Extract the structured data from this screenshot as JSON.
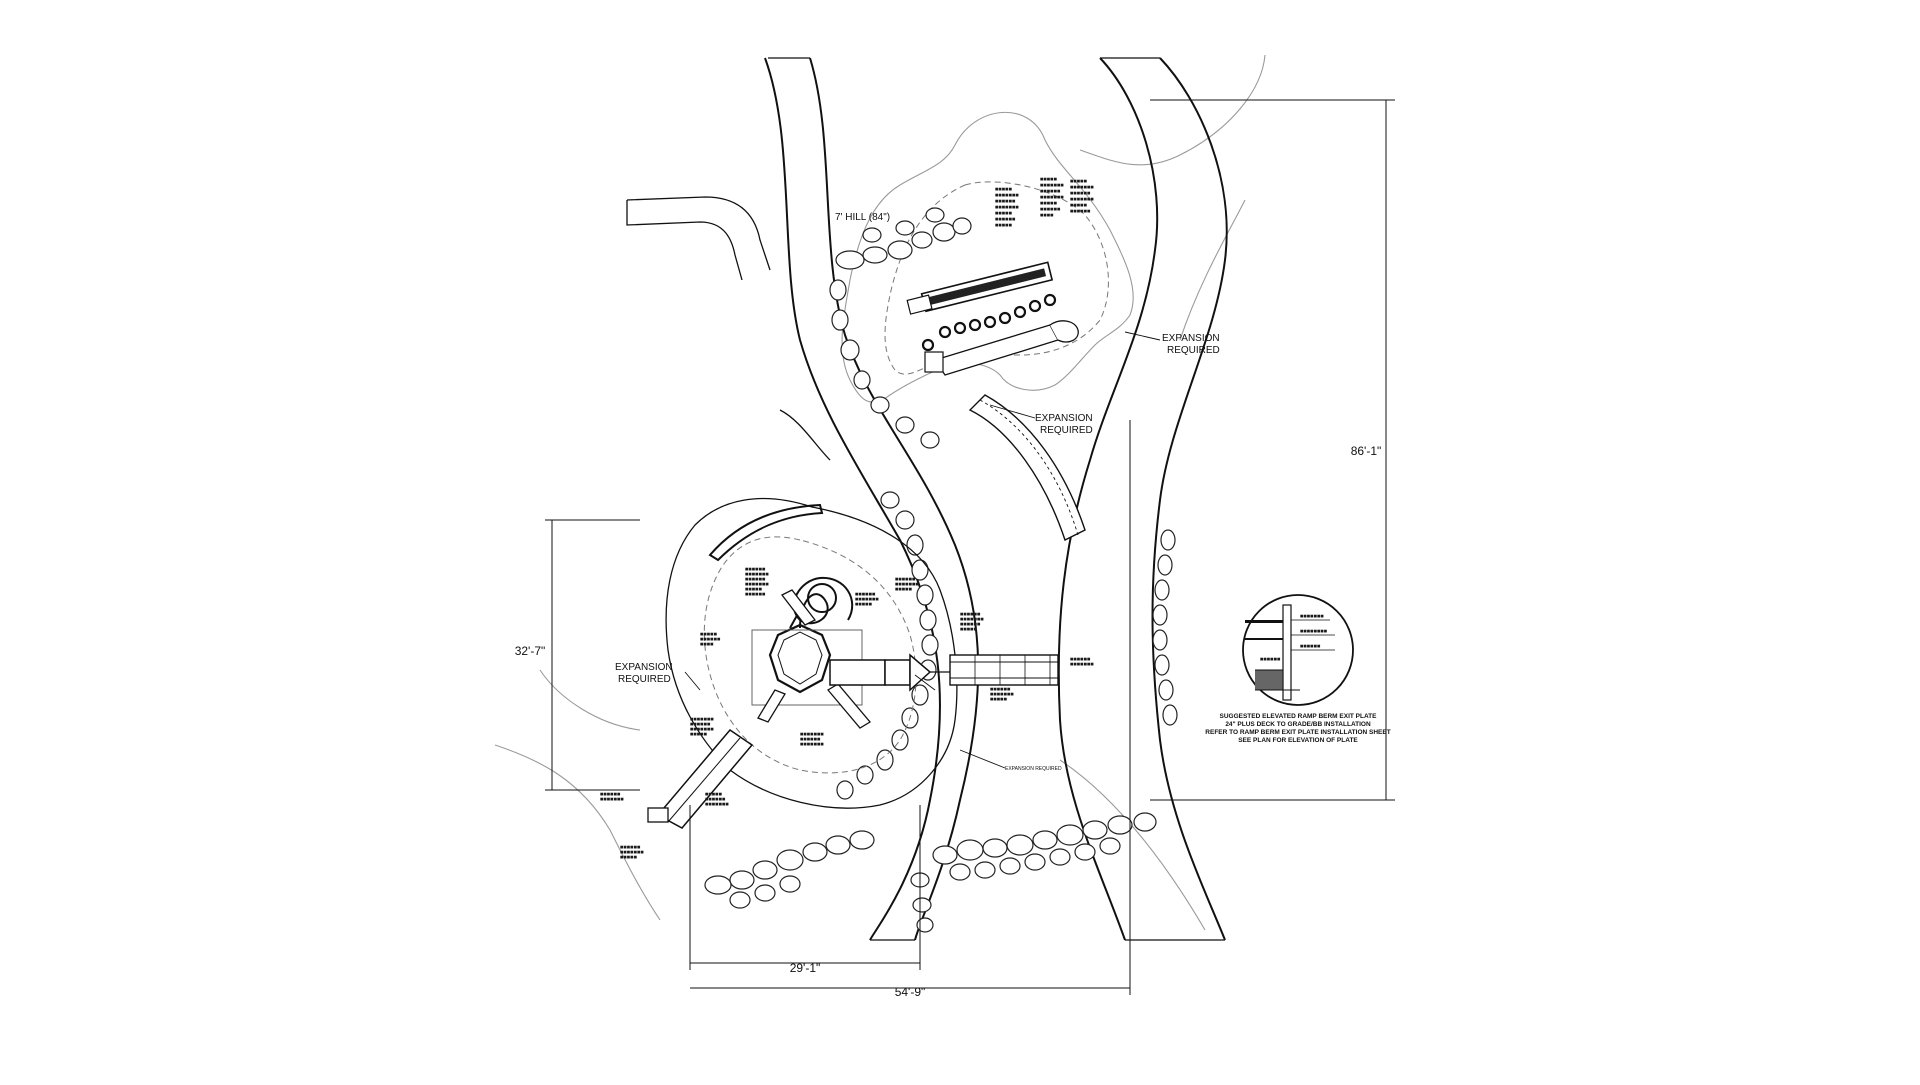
{
  "drawing": {
    "title": "Playground Site Plan",
    "labels": {
      "hill": "7' HILL (84\")",
      "expansion_upper_1": "EXPANSION",
      "expansion_upper_2": "REQUIRED",
      "expansion_right_1": "EXPANSION",
      "expansion_right_2": "REQUIRED",
      "expansion_left_1": "EXPANSION",
      "expansion_left_2": "REQUIRED",
      "expansion_small": "EXPANSION REQUIRED"
    },
    "dimensions": {
      "height_total": "86'-1\"",
      "height_left": "32'-7\"",
      "width_inner": "29'-1\"",
      "width_total": "54'-9\""
    },
    "detail_note": {
      "line1": "SUGGESTED ELEVATED RAMP BERM EXIT PLATE",
      "line2": "24\" PLUS DECK TO GRADE/BB INSTALLATION",
      "line3": "REFER TO RAMP BERM EXIT PLATE INSTALLATION SHEET",
      "line4": "SEE PLAN FOR ELEVATION OF PLATE"
    }
  }
}
